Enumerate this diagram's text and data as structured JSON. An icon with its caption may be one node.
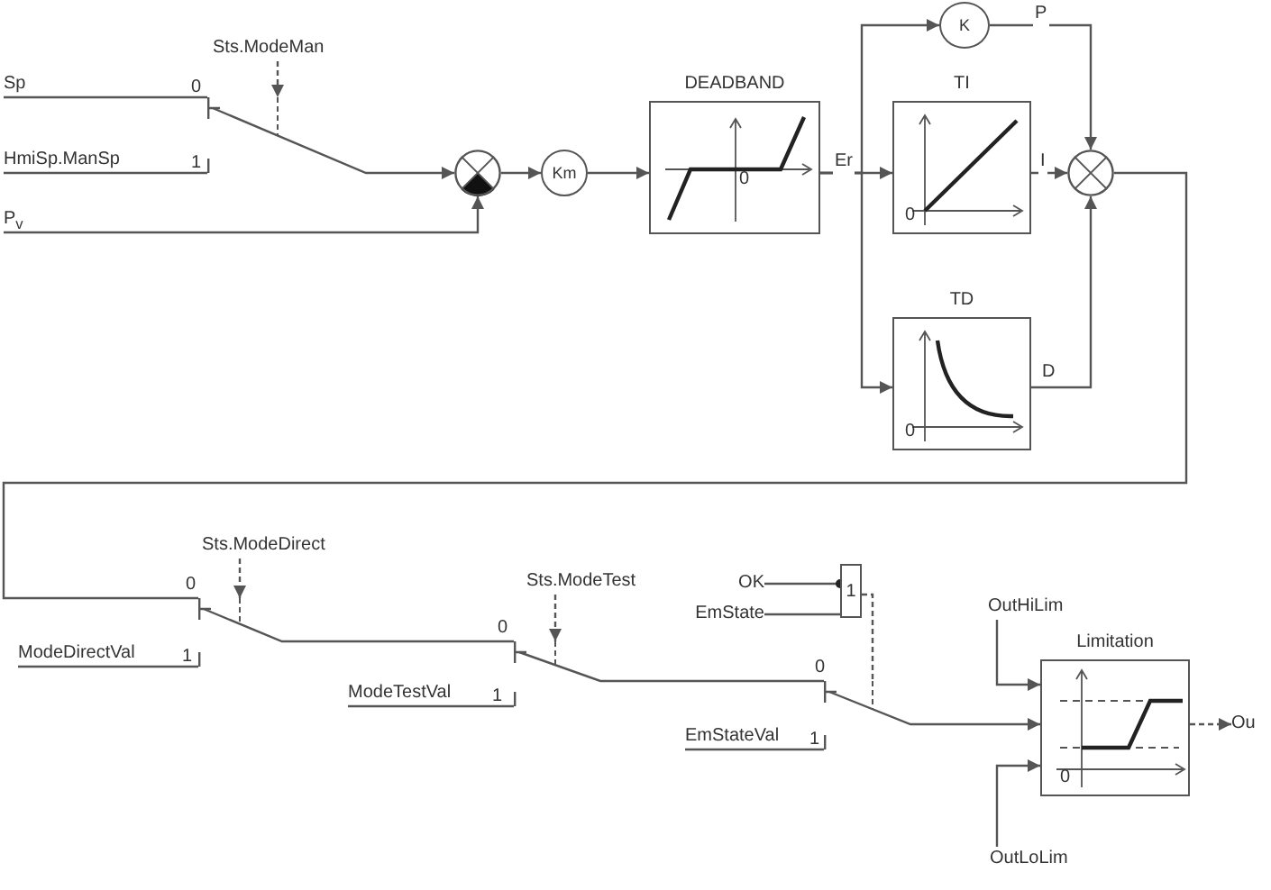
{
  "diagram": {
    "nodes": [
      {
        "text": [
          "Sp"
        ]
      },
      {
        "text": [
          "HmiSp.ManSp"
        ]
      },
      {
        "text": [
          "P$_{v}$"
        ]
      },
      {
        "text": [
          "Sts.ModeMan"
        ]
      },
      {
        "text": [],
        "shape": "switch"
      },
      {
        "text": [],
        "shape": "circle"
      },
      {
        "text": [
          "Km"
        ]
      },
      {
        "text": [
          "DEADBAND",
          "0"
        ]
      },
      {
        "text": [
          "K"
        ]
      },
      {
        "text": [
          "TI",
          "0"
        ]
      },
      {
        "text": [
          "TD",
          "0"
        ]
      },
      {
        "text": [],
        "shape": "circle"
      },
      {
        "text": [
          "Sts.ModeDirect"
        ]
      },
      {
        "text": [],
        "shape": "switch"
      },
      {
        "text": [
          "ModeDirectVal"
        ]
      },
      {
        "text": [
          "Sts.ModeTest"
        ]
      },
      {
        "text": [],
        "shape": "switch"
      },
      {
        "text": [
          "ModeTestVal"
        ]
      },
      {
        "text": [
          "OK"
        ]
      },
      {
        "text": [
          "EmState"
        ]
      },
      {
        "text": [
          "1"
        ]
      },
      {
        "text": [],
        "shape": "switch"
      },
      {
        "text": [
          "EmStateVal"
        ]
      },
      {
        "text": [
          "OutHiLim"
        ]
      },
      {
        "text": [
          "Limitation",
          "0"
        ]
      },
      {
        "text": [
          "OutLoLim"
        ]
      },
      {
        "text": [
          "Ou"
        ]
      }
    ],
    "edges": [
      {
        "from": 0,
        "to": 4,
        "arrow": "none"
      },
      {
        "from": 1,
        "to": 4,
        "arrow": "none"
      },
      {
        "from": 3,
        "to": 4,
        "arrow": "to",
        "style": "dashed"
      },
      {
        "from": 4,
        "to": 5,
        "arrow": "to"
      },
      {
        "from": 2,
        "to": 5,
        "arrow": "to"
      },
      {
        "from": 5,
        "to": 6,
        "arrow": "to"
      },
      {
        "from": 6,
        "to": 7,
        "arrow": "to"
      },
      {
        "from": 7,
        "to": 8,
        "arrow": "to"
      },
      {
        "from": 7,
        "to": 9,
        "arrow": "to",
        "label": "Er"
      },
      {
        "from": 7,
        "to": 10,
        "arrow": "to"
      },
      {
        "from": 8,
        "to": 11,
        "arrow": "to",
        "label": "P"
      },
      {
        "from": 9,
        "to": 11,
        "arrow": "to",
        "label": "I"
      },
      {
        "from": 10,
        "to": 11,
        "arrow": "to",
        "label": "D"
      },
      {
        "from": 11,
        "to": 13,
        "arrow": "none"
      },
      {
        "from": 14,
        "to": 13,
        "arrow": "none"
      },
      {
        "from": 12,
        "to": 13,
        "arrow": "to",
        "style": "dashed"
      },
      {
        "from": 13,
        "to": 16,
        "arrow": "none"
      },
      {
        "from": 17,
        "to": 16,
        "arrow": "none"
      },
      {
        "from": 15,
        "to": 16,
        "arrow": "to",
        "style": "dashed"
      },
      {
        "from": 18,
        "to": 20,
        "arrow": "other"
      },
      {
        "from": 19,
        "to": 20,
        "arrow": "none"
      },
      {
        "from": 20,
        "to": 21,
        "arrow": "none",
        "style": "dashed"
      },
      {
        "from": 16,
        "to": 21,
        "arrow": "none"
      },
      {
        "from": 22,
        "to": 21,
        "arrow": "none"
      },
      {
        "from": 21,
        "to": 24,
        "arrow": "to"
      },
      {
        "from": 23,
        "to": 24,
        "arrow": "to"
      },
      {
        "from": 25,
        "to": 24,
        "arrow": "to"
      },
      {
        "from": 24,
        "to": 26,
        "arrow": "to",
        "style": "dashed"
      }
    ],
    "labels": [
      "0",
      "1",
      "0",
      "1",
      "0",
      "1",
      "0",
      "1"
    ]
  }
}
